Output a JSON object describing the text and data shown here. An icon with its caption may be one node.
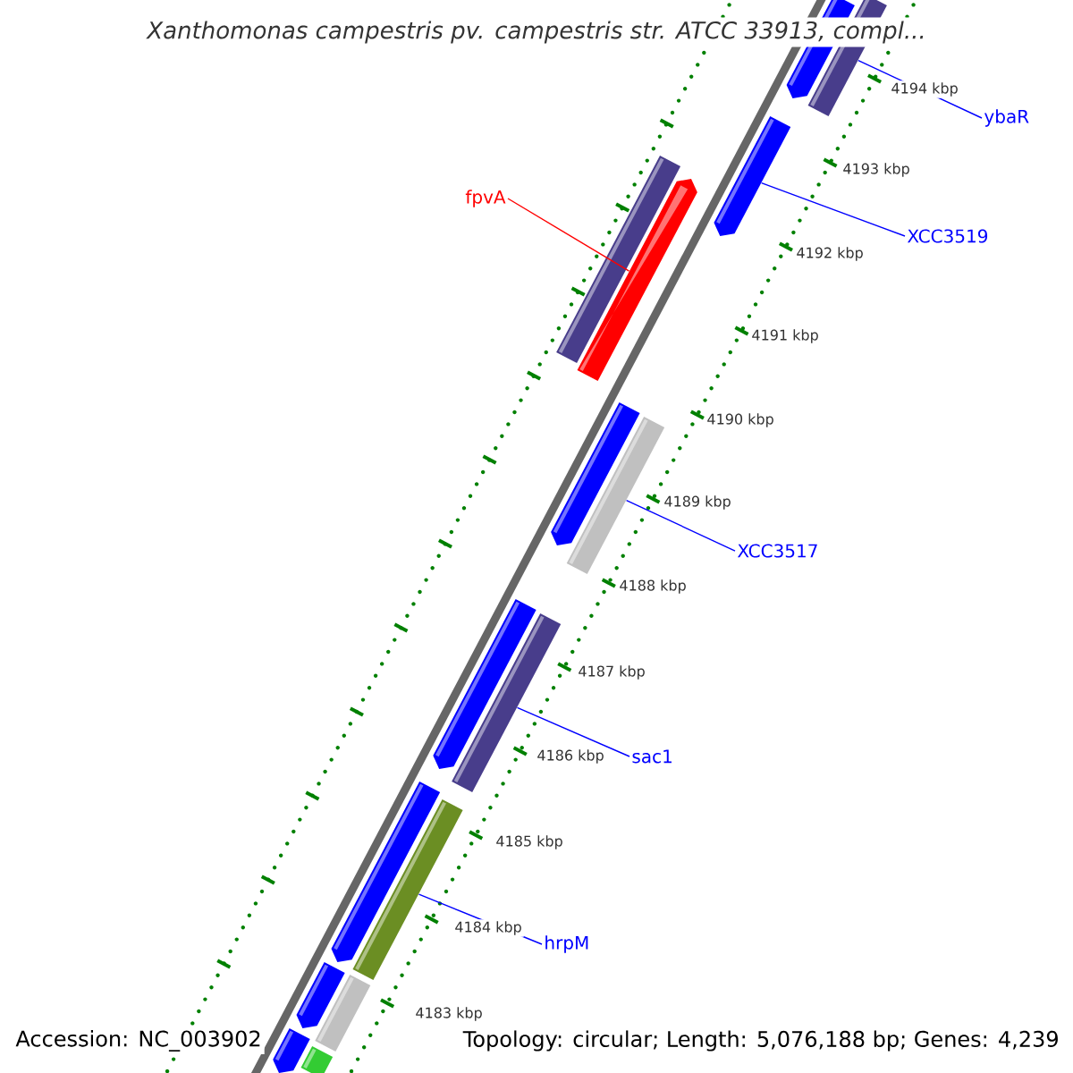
{
  "diagram": {
    "title": "Xanthomonas campestris pv. campestris str. ATCC 33913, compl...",
    "nodes": [
      {
        "text": [],
        "shape": "bar"
      },
      {
        "text": [],
        "shape": "bar"
      },
      {
        "text": [],
        "shape": "bar"
      },
      {
        "text": [],
        "shape": "bar"
      },
      {
        "text": [],
        "shape": "bar"
      },
      {
        "text": [],
        "shape": "bar"
      },
      {
        "text": [],
        "shape": "bar"
      },
      {
        "text": [],
        "shape": "bar"
      },
      {
        "text": [],
        "shape": "bar"
      },
      {
        "text": [],
        "shape": "bar"
      },
      {
        "text": [],
        "shape": "bar"
      },
      {
        "text": [],
        "shape": "bar"
      },
      {
        "text": [],
        "shape": "bar"
      },
      {
        "text": [],
        "shape": "bar"
      },
      {
        "text": [],
        "shape": "bar"
      },
      {
        "text": [
          "ybaR"
        ]
      },
      {
        "text": [
          "XCC3519"
        ]
      },
      {
        "text": [
          "fpvA"
        ]
      },
      {
        "text": [
          "XCC3517"
        ]
      },
      {
        "text": [
          "sac1"
        ]
      },
      {
        "text": [
          "hrpM"
        ]
      }
    ],
    "edges": [
      {
        "from": 15,
        "to": 1,
        "arrow": "none"
      },
      {
        "from": 16,
        "to": 2,
        "arrow": "none"
      },
      {
        "from": 17,
        "to": 4,
        "arrow": "none",
        "color": "#ff0000"
      },
      {
        "from": 18,
        "to": 6,
        "arrow": "none"
      },
      {
        "from": 19,
        "to": 8,
        "arrow": "none"
      },
      {
        "from": 20,
        "to": 10,
        "arrow": "none"
      }
    ],
    "labels": [
      "4194 kbp",
      "4193 kbp",
      "4192 kbp",
      "4191 kbp",
      "4190 kbp",
      "4189 kbp",
      "4188 kbp",
      "4187 kbp",
      "4186 kbp",
      "4185 kbp",
      "4184 kbp",
      "4183 kbp",
      "Accession: NC_003902",
      "Topology: circular; Length: 5,076,188 bp; Genes: 4,239"
    ]
  }
}
